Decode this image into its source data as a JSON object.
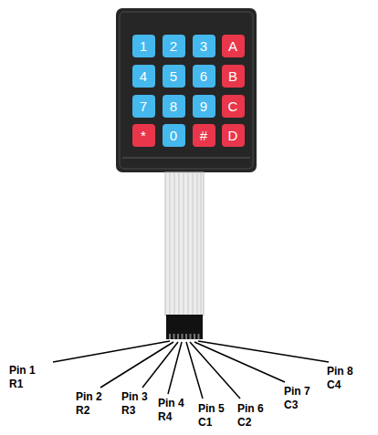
{
  "diagram": {
    "nodes": [
      {
        "text": [
          "1"
        ]
      },
      {
        "text": [
          "2"
        ]
      },
      {
        "text": [
          "3"
        ]
      },
      {
        "text": [
          "A"
        ]
      },
      {
        "text": [
          "4"
        ]
      },
      {
        "text": [
          "5"
        ]
      },
      {
        "text": [
          "6"
        ]
      },
      {
        "text": [
          "B"
        ]
      },
      {
        "text": [
          "7"
        ]
      },
      {
        "text": [
          "8"
        ]
      },
      {
        "text": [
          "9"
        ]
      },
      {
        "text": [
          "C"
        ]
      },
      {
        "text": [
          "*"
        ]
      },
      {
        "text": [
          "0"
        ]
      },
      {
        "text": [
          "#"
        ]
      },
      {
        "text": [
          "D"
        ]
      }
    ],
    "labels": [
      "Pin 1",
      "R1",
      "Pin 2",
      "R2",
      "Pin 3",
      "R3",
      "Pin 4",
      "R4",
      "Pin 5",
      "C1",
      "Pin 6",
      "C2",
      "Pin 7",
      "C3",
      "Pin 8",
      "C4"
    ]
  }
}
